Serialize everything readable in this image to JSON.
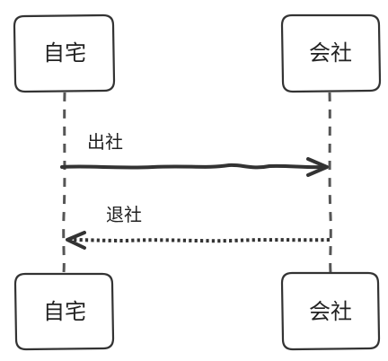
{
  "participants": {
    "home": {
      "label": "自宅"
    },
    "office": {
      "label": "会社"
    }
  },
  "messages": [
    {
      "label": "出社",
      "from": "自宅",
      "to": "会社",
      "line_style": "solid"
    },
    {
      "label": "退社",
      "from": "会社",
      "to": "自宅",
      "line_style": "dotted"
    }
  ],
  "colors": {
    "stroke": "#333333",
    "lifeline": "#555555",
    "background": "#ffffff"
  }
}
